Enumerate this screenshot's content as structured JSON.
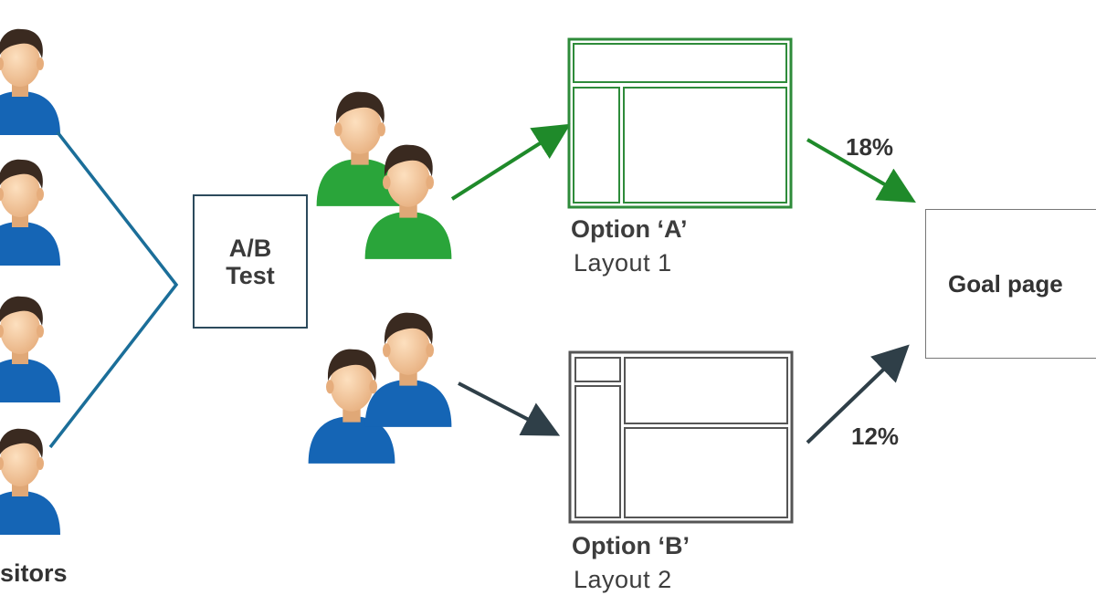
{
  "visitors": {
    "label": "sitors",
    "count": 4
  },
  "ab_test": {
    "label": "A/B\nTest"
  },
  "option_a": {
    "title": "Option ‘A’",
    "layout": "Layout 1",
    "conversion": "18%",
    "color": "#1f8a2a"
  },
  "option_b": {
    "title": "Option ‘B’",
    "layout": "Layout 2",
    "conversion": "12%",
    "color": "#2f3f48"
  },
  "goal": {
    "label": "Goal page"
  },
  "colors": {
    "visitor_shirt": "#1565b5",
    "group_a_shirt": "#2aa53a",
    "group_b_shirt": "#1565b5",
    "split_lines": "#1b6e99",
    "skin": "#f3c79c",
    "hair": "#3a2a20"
  },
  "icons": [
    "person-icon",
    "person-group-icon",
    "layout-wireframe-icon",
    "arrow-icon"
  ]
}
